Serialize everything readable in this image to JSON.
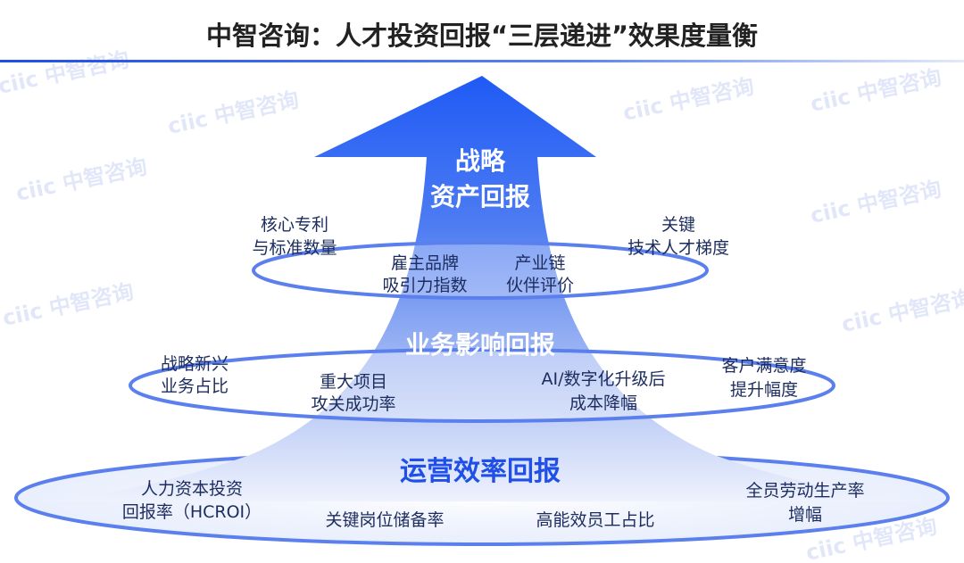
{
  "title": "中智咨询：人才投资回报“三层递进”效果度量衡",
  "watermark": "ciic 中智咨询",
  "colors": {
    "accent": "#1f5af5",
    "title_text": "#222222",
    "label_text": "#1c2c5e"
  },
  "layers": {
    "strategic": {
      "title_line1": "战略",
      "title_line2": "资产回报",
      "items": [
        {
          "line1": "核心专利",
          "line2": "与标准数量"
        },
        {
          "line1": "雇主品牌",
          "line2": "吸引力指数"
        },
        {
          "line1": "产业链",
          "line2": "伙伴评价"
        },
        {
          "line1": "关键",
          "line2": "技术人才梯度"
        }
      ]
    },
    "business": {
      "title": "业务影响回报",
      "items": [
        {
          "line1": "战略新兴",
          "line2": "业务占比"
        },
        {
          "line1": "重大项目",
          "line2": "攻关成功率"
        },
        {
          "line1": "AI/数字化升级后",
          "line2": "成本降幅"
        },
        {
          "line1": "客户满意度",
          "line2": "提升幅度"
        }
      ]
    },
    "operational": {
      "title": "运营效率回报",
      "items": [
        {
          "line1": "人力资本投资",
          "line2": "回报率（HCROI）"
        },
        {
          "line1": "关键岗位储备率"
        },
        {
          "line1": "高能效员工占比"
        },
        {
          "line1": "全员劳动生产率",
          "line2": "增幅"
        }
      ]
    }
  }
}
